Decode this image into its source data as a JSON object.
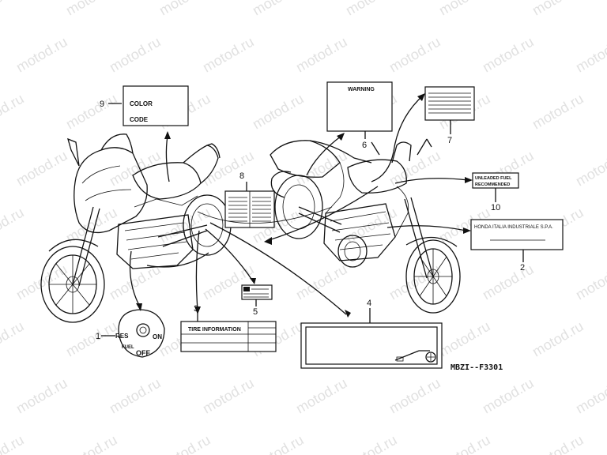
{
  "watermark": "motod.ru",
  "callouts": {
    "c1": "1",
    "c2": "2",
    "c3": "3",
    "c4": "4",
    "c5": "5",
    "c6": "6",
    "c7": "7",
    "c8": "8",
    "c9": "9",
    "c10": "10"
  },
  "labels": {
    "color": "COLOR",
    "code": "CODE",
    "warning": "WARNING",
    "unleaded_1": "UNLEADED FUEL",
    "unleaded_2": "RECOMMENDED",
    "honda": "HONDA ITALIA INDUSTRIALE S.P.A.",
    "tire": "TIRE INFORMATION",
    "res": "RES",
    "on": "ON",
    "fuel": "FUEL",
    "off": "OFF"
  },
  "diagram_code": "MBZI--F3301"
}
